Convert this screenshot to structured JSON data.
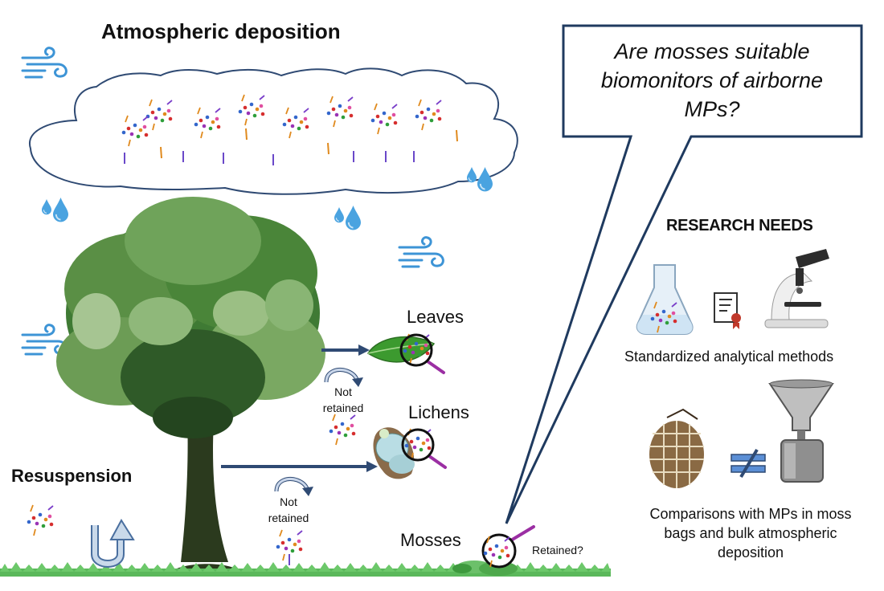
{
  "title": "Atmospheric deposition",
  "question": "Are mosses suitable biomonitors of airborne MPs?",
  "labels": {
    "resuspension": "Resuspension",
    "leaves": "Leaves",
    "lichens": "Lichens",
    "mosses": "Mosses",
    "not_retained": [
      "Not",
      "retained"
    ],
    "retained_q": "Retained?"
  },
  "research_needs": {
    "heading": "RESEARCH NEEDS",
    "standardized": "Standardized analytical methods",
    "comparisons": "Comparisons with MPs in moss bags and bulk atmospheric deposition"
  },
  "icons": [
    "wind-icon",
    "rain-drop-icon",
    "tree-icon",
    "leaf-icon",
    "lichen-icon",
    "moss-icon",
    "magnifier-icon",
    "flask-icon",
    "document-certificate-icon",
    "microscope-icon",
    "moss-bag-icon",
    "funnel-collector-icon",
    "not-equal-icon",
    "u-turn-arrow-icon"
  ],
  "colors": {
    "arrow": "#2f4a73",
    "wind": "#3d94d6",
    "drop": "#4aa3e0",
    "tree_dark": "#2f5a28",
    "tree_light": "#6fa35a",
    "grass": "#5bb85b",
    "magnifier_handle": "#9b2fa3",
    "not_equal": "#5b8fd6"
  }
}
